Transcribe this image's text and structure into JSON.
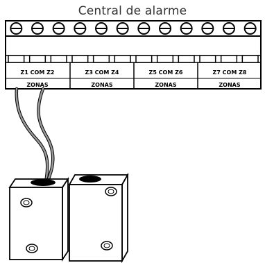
{
  "title": "Central de alarme",
  "groups": [
    {
      "terminals": "Z1 COM Z2",
      "label": "ZONAS"
    },
    {
      "terminals": "Z3 COM Z4",
      "label": "ZONAS"
    },
    {
      "terminals": "Z5 COM Z6",
      "label": "ZONAS"
    },
    {
      "terminals": "Z7 COM Z8",
      "label": "ZONAS"
    }
  ],
  "screw_count": 12,
  "colors": {
    "line": "#000000",
    "wire": "#888888",
    "background": "#ffffff"
  }
}
